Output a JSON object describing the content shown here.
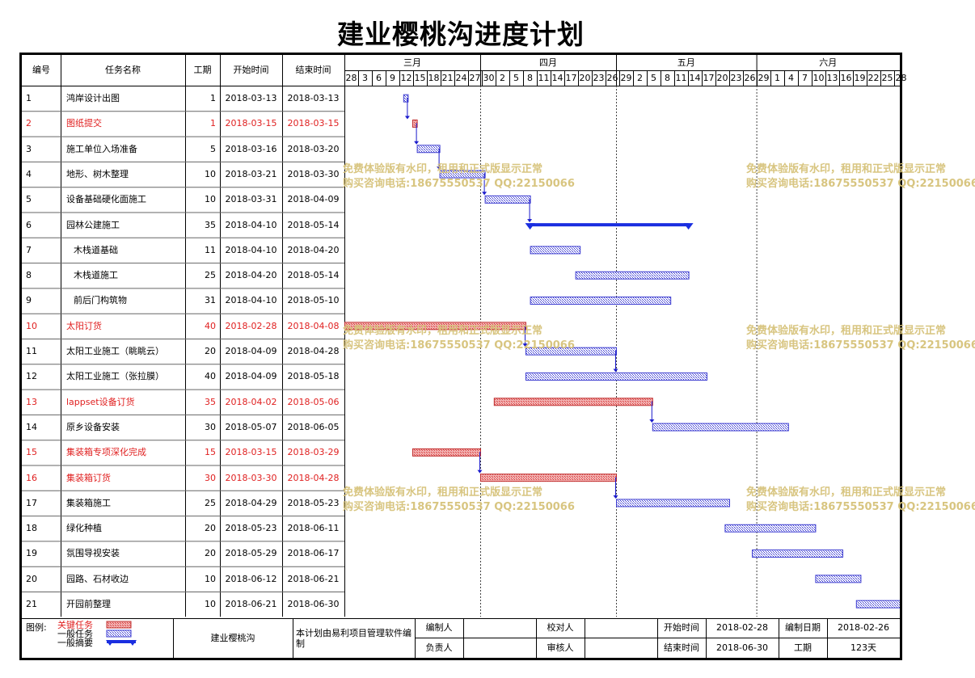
{
  "title": "建业樱桃沟进度计划",
  "columns": {
    "id": "编号",
    "name": "任务名称",
    "duration": "工期",
    "start": "开始时间",
    "end": "结束时间"
  },
  "months": [
    "三月",
    "四月",
    "五月",
    "六月"
  ],
  "day_ticks": [
    "28",
    "3",
    "6",
    "9",
    "12",
    "15",
    "18",
    "21",
    "24",
    "27",
    "30",
    "2",
    "5",
    "8",
    "11",
    "14",
    "17",
    "20",
    "23",
    "26",
    "29",
    "2",
    "5",
    "8",
    "11",
    "14",
    "17",
    "20",
    "23",
    "26",
    "29",
    "1",
    "4",
    "7",
    "10",
    "13",
    "16",
    "19",
    "22",
    "25",
    "28"
  ],
  "chart_data": {
    "type": "gantt",
    "timeline_start": "2018-02-28",
    "timeline_end": "2018-06-30",
    "tasks": [
      {
        "id": "1",
        "name": "鸿岸设计出图",
        "duration": "1",
        "start": "2018-03-13",
        "end": "2018-03-13",
        "kind": "normal"
      },
      {
        "id": "2",
        "name": "图纸提交",
        "duration": "1",
        "start": "2018-03-15",
        "end": "2018-03-15",
        "kind": "critical"
      },
      {
        "id": "3",
        "name": "施工单位入场准备",
        "duration": "5",
        "start": "2018-03-16",
        "end": "2018-03-20",
        "kind": "normal"
      },
      {
        "id": "4",
        "name": "地形、树木整理",
        "duration": "10",
        "start": "2018-03-21",
        "end": "2018-03-30",
        "kind": "normal"
      },
      {
        "id": "5",
        "name": "设备基础硬化面施工",
        "duration": "10",
        "start": "2018-03-31",
        "end": "2018-04-09",
        "kind": "normal"
      },
      {
        "id": "6",
        "name": "园林公建施工",
        "duration": "35",
        "start": "2018-04-10",
        "end": "2018-05-14",
        "kind": "summary"
      },
      {
        "id": "7",
        "name": "木栈道基础",
        "duration": "11",
        "start": "2018-04-10",
        "end": "2018-04-20",
        "kind": "normal",
        "indent": true
      },
      {
        "id": "8",
        "name": "木栈道施工",
        "duration": "25",
        "start": "2018-04-20",
        "end": "2018-05-14",
        "kind": "normal",
        "indent": true
      },
      {
        "id": "9",
        "name": "前后门构筑物",
        "duration": "31",
        "start": "2018-04-10",
        "end": "2018-05-10",
        "kind": "normal",
        "indent": true
      },
      {
        "id": "10",
        "name": "太阳订货",
        "duration": "40",
        "start": "2018-02-28",
        "end": "2018-04-08",
        "kind": "critical"
      },
      {
        "id": "11",
        "name": "太阳工业施工（眺眺云）",
        "duration": "20",
        "start": "2018-04-09",
        "end": "2018-04-28",
        "kind": "normal"
      },
      {
        "id": "12",
        "name": "太阳工业施工（张拉膜）",
        "duration": "40",
        "start": "2018-04-09",
        "end": "2018-05-18",
        "kind": "normal"
      },
      {
        "id": "13",
        "name": "lappset设备订货",
        "duration": "35",
        "start": "2018-04-02",
        "end": "2018-05-06",
        "kind": "critical"
      },
      {
        "id": "14",
        "name": "原乡设备安装",
        "duration": "30",
        "start": "2018-05-07",
        "end": "2018-06-05",
        "kind": "normal"
      },
      {
        "id": "15",
        "name": "集装箱专项深化完成",
        "duration": "15",
        "start": "2018-03-15",
        "end": "2018-03-29",
        "kind": "critical"
      },
      {
        "id": "16",
        "name": "集装箱订货",
        "duration": "30",
        "start": "2018-03-30",
        "end": "2018-04-28",
        "kind": "critical"
      },
      {
        "id": "17",
        "name": "集装箱施工",
        "duration": "25",
        "start": "2018-04-29",
        "end": "2018-05-23",
        "kind": "normal"
      },
      {
        "id": "18",
        "name": "绿化种植",
        "duration": "20",
        "start": "2018-05-23",
        "end": "2018-06-11",
        "kind": "normal"
      },
      {
        "id": "19",
        "name": "氛围导视安装",
        "duration": "20",
        "start": "2018-05-29",
        "end": "2018-06-17",
        "kind": "normal"
      },
      {
        "id": "20",
        "name": "园路、石材收边",
        "duration": "10",
        "start": "2018-06-12",
        "end": "2018-06-21",
        "kind": "normal"
      },
      {
        "id": "21",
        "name": "开园前整理",
        "duration": "10",
        "start": "2018-06-21",
        "end": "2018-06-30",
        "kind": "normal"
      }
    ],
    "links": [
      [
        1,
        2
      ],
      [
        2,
        3
      ],
      [
        3,
        4
      ],
      [
        4,
        5
      ],
      [
        5,
        6
      ],
      [
        10,
        11
      ],
      [
        11,
        12
      ],
      [
        13,
        14
      ],
      [
        15,
        16
      ],
      [
        16,
        17
      ]
    ]
  },
  "watermark": {
    "line1": "免费体验版有水印，租用和正式版显示正常",
    "line2": "购买咨询电话:18675550537 QQ:22150066"
  },
  "legend": {
    "label": "图例:",
    "critical": "关键任务",
    "normal": "一般任务",
    "summary": "一般摘要"
  },
  "footer": {
    "project": "建业樱桃沟",
    "software": "本计划由易利项目管理软件编制",
    "editor_label": "编制人",
    "checker_label": "校对人",
    "owner_label": "负责人",
    "reviewer_label": "审核人",
    "start_label": "开始时间",
    "start_value": "2018-02-28",
    "end_label": "结束时间",
    "end_value": "2018-06-30",
    "made_date_label": "编制日期",
    "made_date_value": "2018-02-26",
    "duration_label": "工期",
    "duration_value": "123天"
  },
  "colors": {
    "critical": "#e06060",
    "normal": "#3a3ad0",
    "summary": "#1a2ee0",
    "link": "#1a1acc",
    "watermark": "#d6c27a"
  }
}
